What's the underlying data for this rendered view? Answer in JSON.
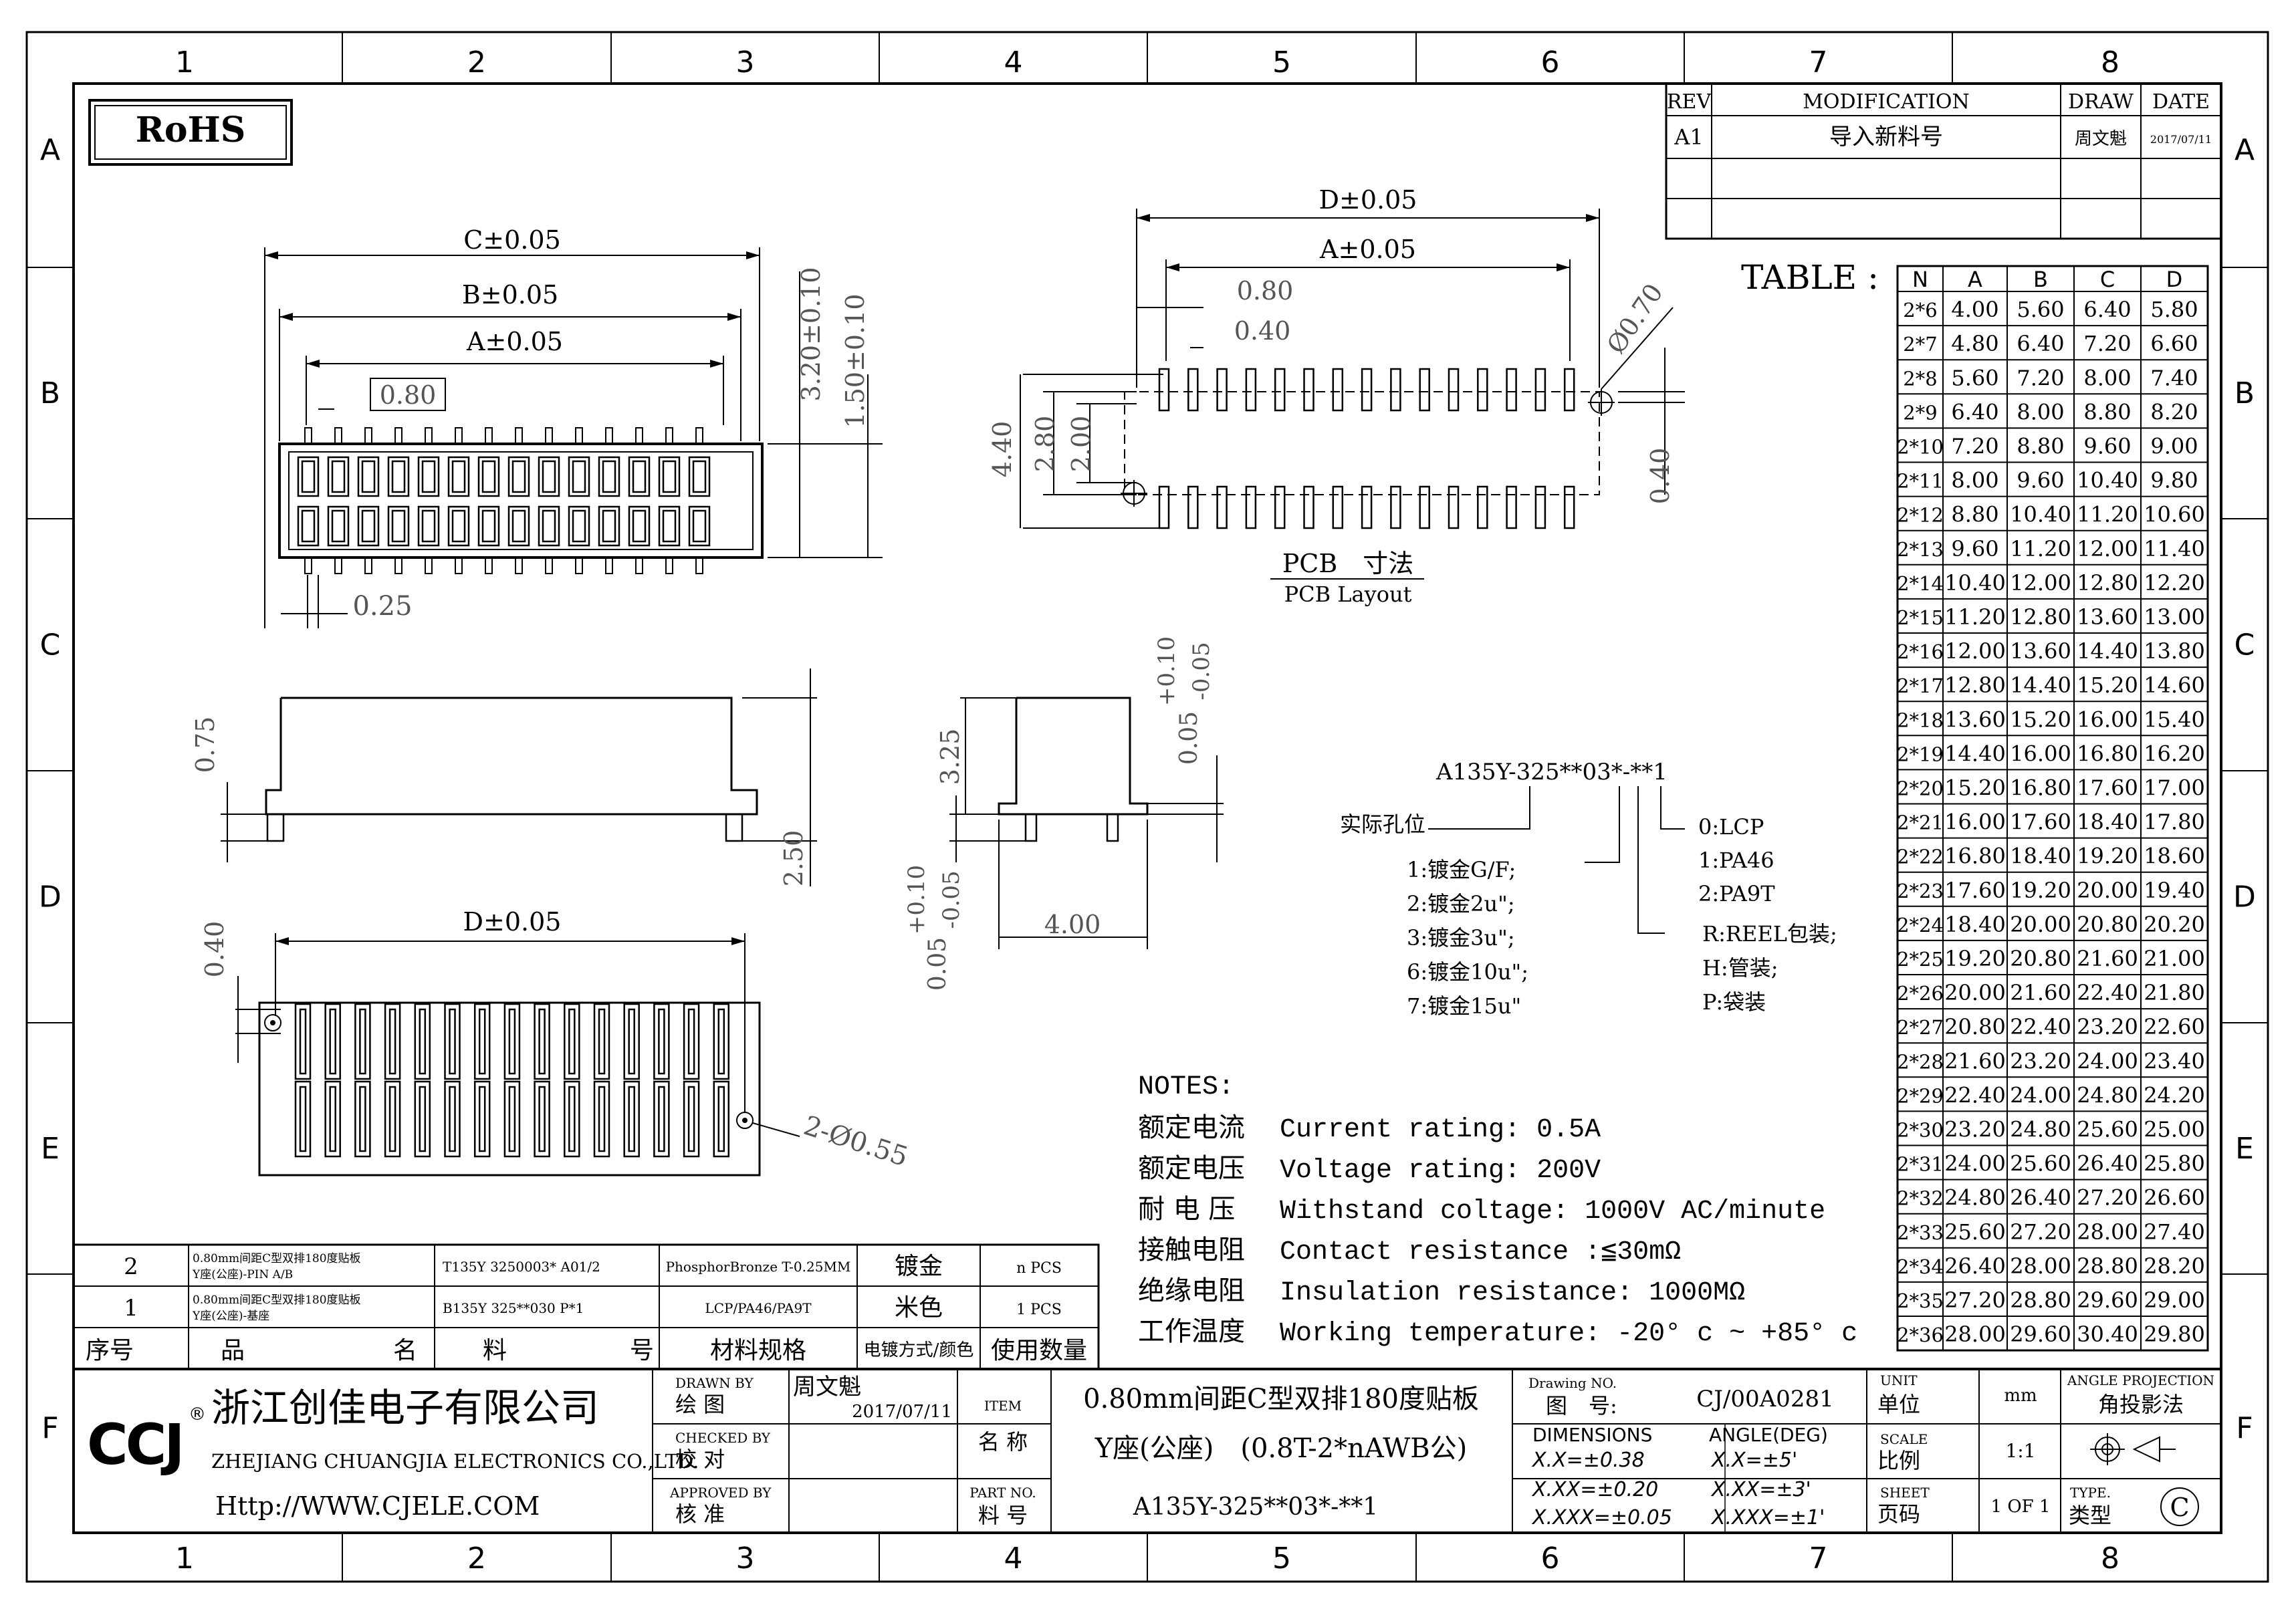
{
  "zones": {
    "cols": [
      "1",
      "2",
      "3",
      "4",
      "5",
      "6",
      "7",
      "8"
    ],
    "rows": [
      "A",
      "B",
      "C",
      "D",
      "E",
      "F"
    ]
  },
  "rohs": "RoHS",
  "revision": {
    "headers": [
      "REV",
      "MODIFICATION",
      "DRAW",
      "DATE"
    ],
    "rows": [
      [
        "A1",
        "导入新料号",
        "周文魁",
        "2017/07/11"
      ]
    ]
  },
  "dims": {
    "c": "C±0.05",
    "b": "B±0.05",
    "a": "A±0.05",
    "d": "D±0.05",
    "p080": "0.80",
    "p040": "0.40",
    "p025": "0.25",
    "v320": "3.20±0.10",
    "v150": "1.50±0.10",
    "v440": "4.40",
    "v280": "2.80",
    "v200": "2.00",
    "v040": "0.40",
    "dia070": "Ø0.70",
    "v075": "0.75",
    "v250": "2.50",
    "v325": "3.25",
    "v400": "4.00",
    "tol": "0.05",
    "tol_up": "+0.10",
    "tol_dn": "-0.05",
    "holes": "2-Ø0.55"
  },
  "pcb": {
    "cn": "PCB　寸法",
    "en": "PCB Layout"
  },
  "table_title": "TABLE :",
  "table": {
    "headers": [
      "N",
      "A",
      "B",
      "C",
      "D"
    ],
    "rows": [
      [
        "2*6",
        "4.00",
        "5.60",
        "6.40",
        "5.80"
      ],
      [
        "2*7",
        "4.80",
        "6.40",
        "7.20",
        "6.60"
      ],
      [
        "2*8",
        "5.60",
        "7.20",
        "8.00",
        "7.40"
      ],
      [
        "2*9",
        "6.40",
        "8.00",
        "8.80",
        "8.20"
      ],
      [
        "2*10",
        "7.20",
        "8.80",
        "9.60",
        "9.00"
      ],
      [
        "2*11",
        "8.00",
        "9.60",
        "10.40",
        "9.80"
      ],
      [
        "2*12",
        "8.80",
        "10.40",
        "11.20",
        "10.60"
      ],
      [
        "2*13",
        "9.60",
        "11.20",
        "12.00",
        "11.40"
      ],
      [
        "2*14",
        "10.40",
        "12.00",
        "12.80",
        "12.20"
      ],
      [
        "2*15",
        "11.20",
        "12.80",
        "13.60",
        "13.00"
      ],
      [
        "2*16",
        "12.00",
        "13.60",
        "14.40",
        "13.80"
      ],
      [
        "2*17",
        "12.80",
        "14.40",
        "15.20",
        "14.60"
      ],
      [
        "2*18",
        "13.60",
        "15.20",
        "16.00",
        "15.40"
      ],
      [
        "2*19",
        "14.40",
        "16.00",
        "16.80",
        "16.20"
      ],
      [
        "2*20",
        "15.20",
        "16.80",
        "17.60",
        "17.00"
      ],
      [
        "2*21",
        "16.00",
        "17.60",
        "18.40",
        "17.80"
      ],
      [
        "2*22",
        "16.80",
        "18.40",
        "19.20",
        "18.60"
      ],
      [
        "2*23",
        "17.60",
        "19.20",
        "20.00",
        "19.40"
      ],
      [
        "2*24",
        "18.40",
        "20.00",
        "20.80",
        "20.20"
      ],
      [
        "2*25",
        "19.20",
        "20.80",
        "21.60",
        "21.00"
      ],
      [
        "2*26",
        "20.00",
        "21.60",
        "22.40",
        "21.80"
      ],
      [
        "2*27",
        "20.80",
        "22.40",
        "23.20",
        "22.60"
      ],
      [
        "2*28",
        "21.60",
        "23.20",
        "24.00",
        "23.40"
      ],
      [
        "2*29",
        "22.40",
        "24.00",
        "24.80",
        "24.20"
      ],
      [
        "2*30",
        "23.20",
        "24.80",
        "25.60",
        "25.00"
      ],
      [
        "2*31",
        "24.00",
        "25.60",
        "26.40",
        "25.80"
      ],
      [
        "2*32",
        "24.80",
        "26.40",
        "27.20",
        "26.60"
      ],
      [
        "2*33",
        "25.60",
        "27.20",
        "28.00",
        "27.40"
      ],
      [
        "2*34",
        "26.40",
        "28.00",
        "28.80",
        "28.20"
      ],
      [
        "2*35",
        "27.20",
        "28.80",
        "29.60",
        "29.00"
      ],
      [
        "2*36",
        "28.00",
        "29.60",
        "30.40",
        "29.80"
      ]
    ]
  },
  "part_code": {
    "code": "A135Y-325**03*-**1",
    "hole": "实际孔位",
    "plating": [
      "1:镀金G/F;",
      "2:镀金2u\";",
      "3:镀金3u\";",
      "6:镀金10u\";",
      "7:镀金15u\""
    ],
    "material": [
      "0:LCP",
      "1:PA46",
      "2:PA9T"
    ],
    "packing": [
      "R:REEL包装;",
      "H:管装;",
      "P:袋装"
    ]
  },
  "notes": {
    "title": "NOTES:",
    "items": [
      {
        "cn": "额定电流",
        "en": "Current rating: 0.5A"
      },
      {
        "cn": "额定电压",
        "en": "Voltage rating: 200V"
      },
      {
        "cn": "耐 电 压",
        "en": "Withstand coltage: 1000V AC/minute"
      },
      {
        "cn": "接触电阻",
        "en": "Contact resistance :≦30mΩ"
      },
      {
        "cn": "绝缘电阻",
        "en": "Insulation resistance: 1000MΩ"
      },
      {
        "cn": "工作温度",
        "en": "Working temperature: -20° c ~ +85° c"
      }
    ]
  },
  "bom": {
    "rows": [
      {
        "no": "2",
        "name1": "0.80mm间距C型双排180度贴板",
        "name2": "Y座(公座)-PIN A/B",
        "part": "T135Y 3250003* A01/2",
        "material": "PhosphorBronze T-0.25MM",
        "finish": "镀金",
        "qty": "n PCS"
      },
      {
        "no": "1",
        "name1": "0.80mm间距C型双排180度贴板",
        "name2": "Y座(公座)-基座",
        "part": "B135Y 325**030 P*1",
        "material": "LCP/PA46/PA9T",
        "finish": "米色",
        "qty": "1 PCS"
      }
    ],
    "headers": {
      "no": "序号",
      "name1": "品",
      "name2": "名",
      "part1": "料",
      "part2": "号",
      "material": "材料规格",
      "finish": "电镀方式/颜色",
      "qty": "使用数量"
    }
  },
  "title_block": {
    "logo": "CCJ",
    "reg": "®",
    "company_cn": "浙江创佳电子有限公司",
    "company_en": "ZHEJIANG CHUANGJIA ELECTRONICS CO.,LTD.",
    "website": "Http://WWW.CJELE.COM",
    "drawn_en": "DRAWN BY",
    "drawn_cn": "绘 图",
    "drawn_name": "周文魁",
    "drawn_date": "2017/07/11",
    "checked_en": "CHECKED BY",
    "checked_cn": "校 对",
    "approved_en": "APPROVED BY",
    "approved_cn": "核 准",
    "item_en": "ITEM",
    "item_cn": "名 称",
    "partno_en": "PART NO.",
    "partno_cn": "料 号",
    "title1": "0.80mm间距C型双排180度贴板",
    "title2": "Y座(公座)　(0.8T-2*nAWB公)",
    "partno": "A135Y-325**03*-**1",
    "drawing_no_en": "Drawing NO.",
    "drawing_no_cn": "图　号:",
    "drawing_no": "CJ/00A0281",
    "dim_title": "DIMENSIONS",
    "ang_title": "ANGLE(DEG)",
    "tol_x": "X.X=±0.38",
    "tol_xx": "X.XX=±0.20",
    "tol_xxx": "X.XXX=±0.05",
    "ang_x": "X.X=±5'",
    "ang_xx": "X.XX=±3'",
    "ang_xxx": "X.XXX=±1'",
    "unit_en": "UNIT",
    "unit_cn": "单位",
    "unit": "mm",
    "scale_en": "SCALE",
    "scale_cn": "比例",
    "scale": "1:1",
    "sheet_en": "SHEET",
    "sheet_cn": "页码",
    "sheet": "1 OF 1",
    "proj_en": "ANGLE PROJECTION",
    "proj_cn": "角投影法",
    "type_en": "TYPE.",
    "type_cn": "类型",
    "type_mark": "C"
  }
}
